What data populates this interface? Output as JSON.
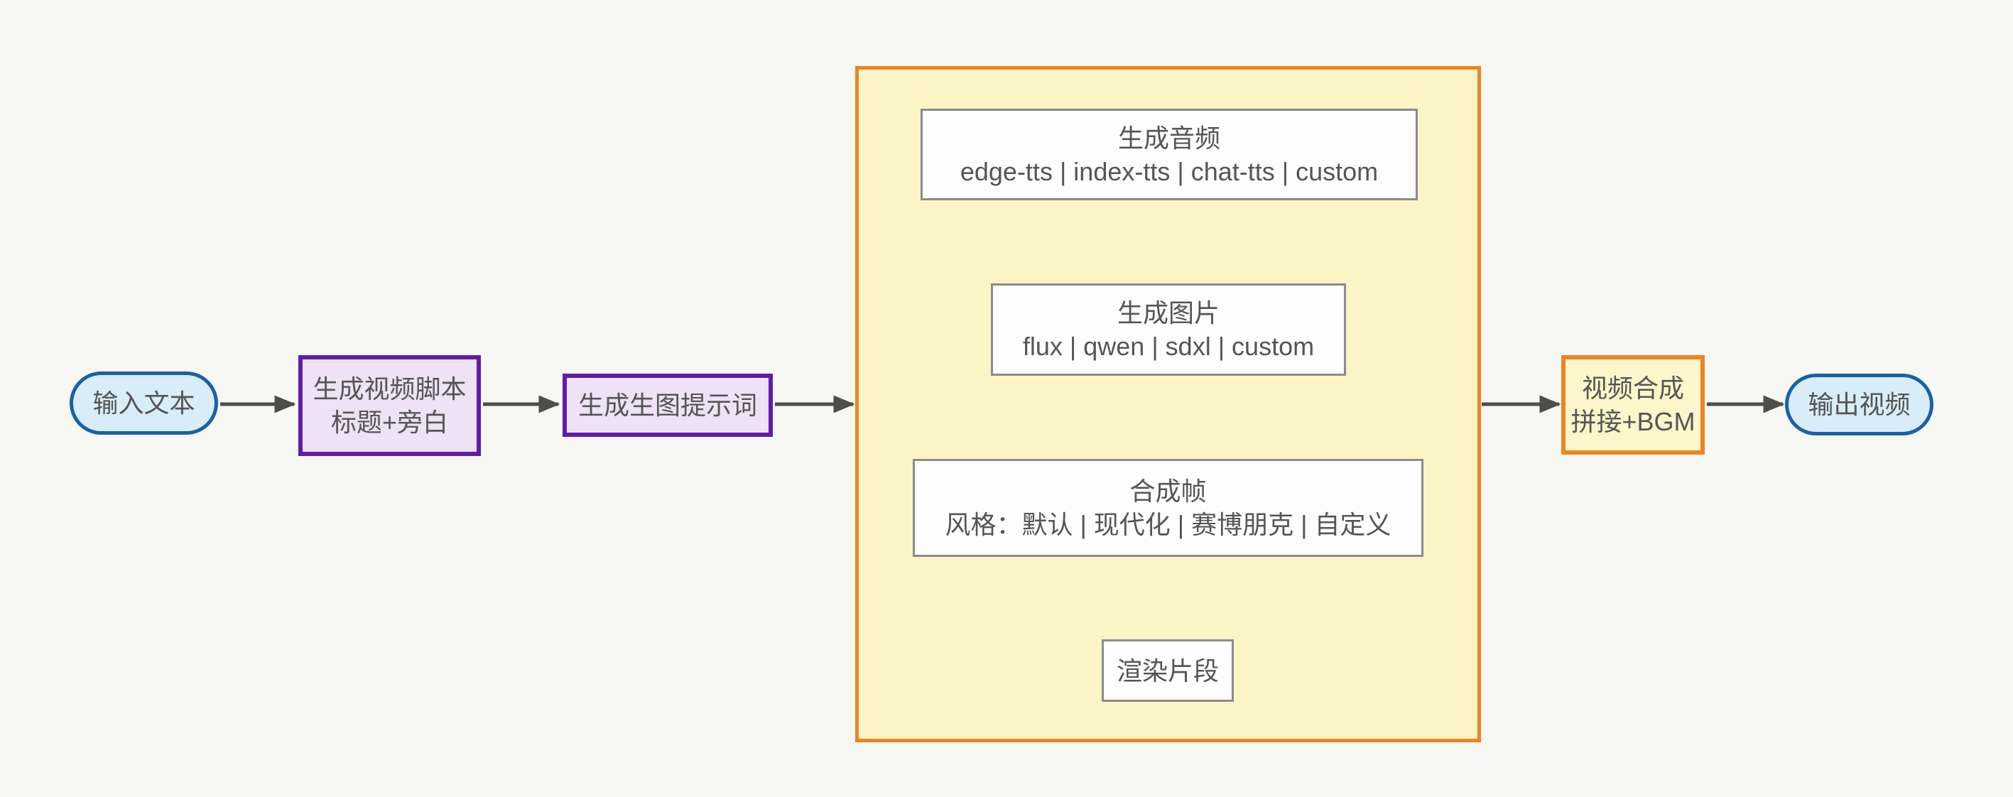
{
  "colors": {
    "canvas_bg": "#f7f7f4",
    "arrow": "#4d4d4d",
    "text": "#555555",
    "pill_fill": "#d9edf9",
    "pill_stroke": "#1a60a7",
    "purple_fill": "#efe1f6",
    "purple_stroke": "#5e1ea6",
    "group_fill": "#fbf4c5",
    "group_stroke": "#ee8322",
    "white_fill": "#fdfdfd",
    "white_stroke": "#8b8b8b",
    "orange_fill": "#fdf6ca",
    "orange_stroke": "#ee8322"
  },
  "flow": {
    "input": {
      "label": "输入文本"
    },
    "script": {
      "lines": [
        "生成视频脚本",
        "标题+旁白"
      ]
    },
    "prompt": {
      "label": "生成生图提示词"
    },
    "pipeline": {
      "audio": {
        "title": "生成音频",
        "options": "edge-tts | index-tts | chat-tts | custom"
      },
      "image": {
        "title": "生成图片",
        "options": "flux | qwen | sdxl | custom"
      },
      "frame": {
        "title": "合成帧",
        "options": "风格：默认 | 现代化 | 赛博朋克 | 自定义"
      },
      "render": {
        "label": "渲染片段"
      }
    },
    "compose": {
      "lines": [
        "视频合成",
        "拼接+BGM"
      ]
    },
    "output": {
      "label": "输出视频"
    }
  }
}
